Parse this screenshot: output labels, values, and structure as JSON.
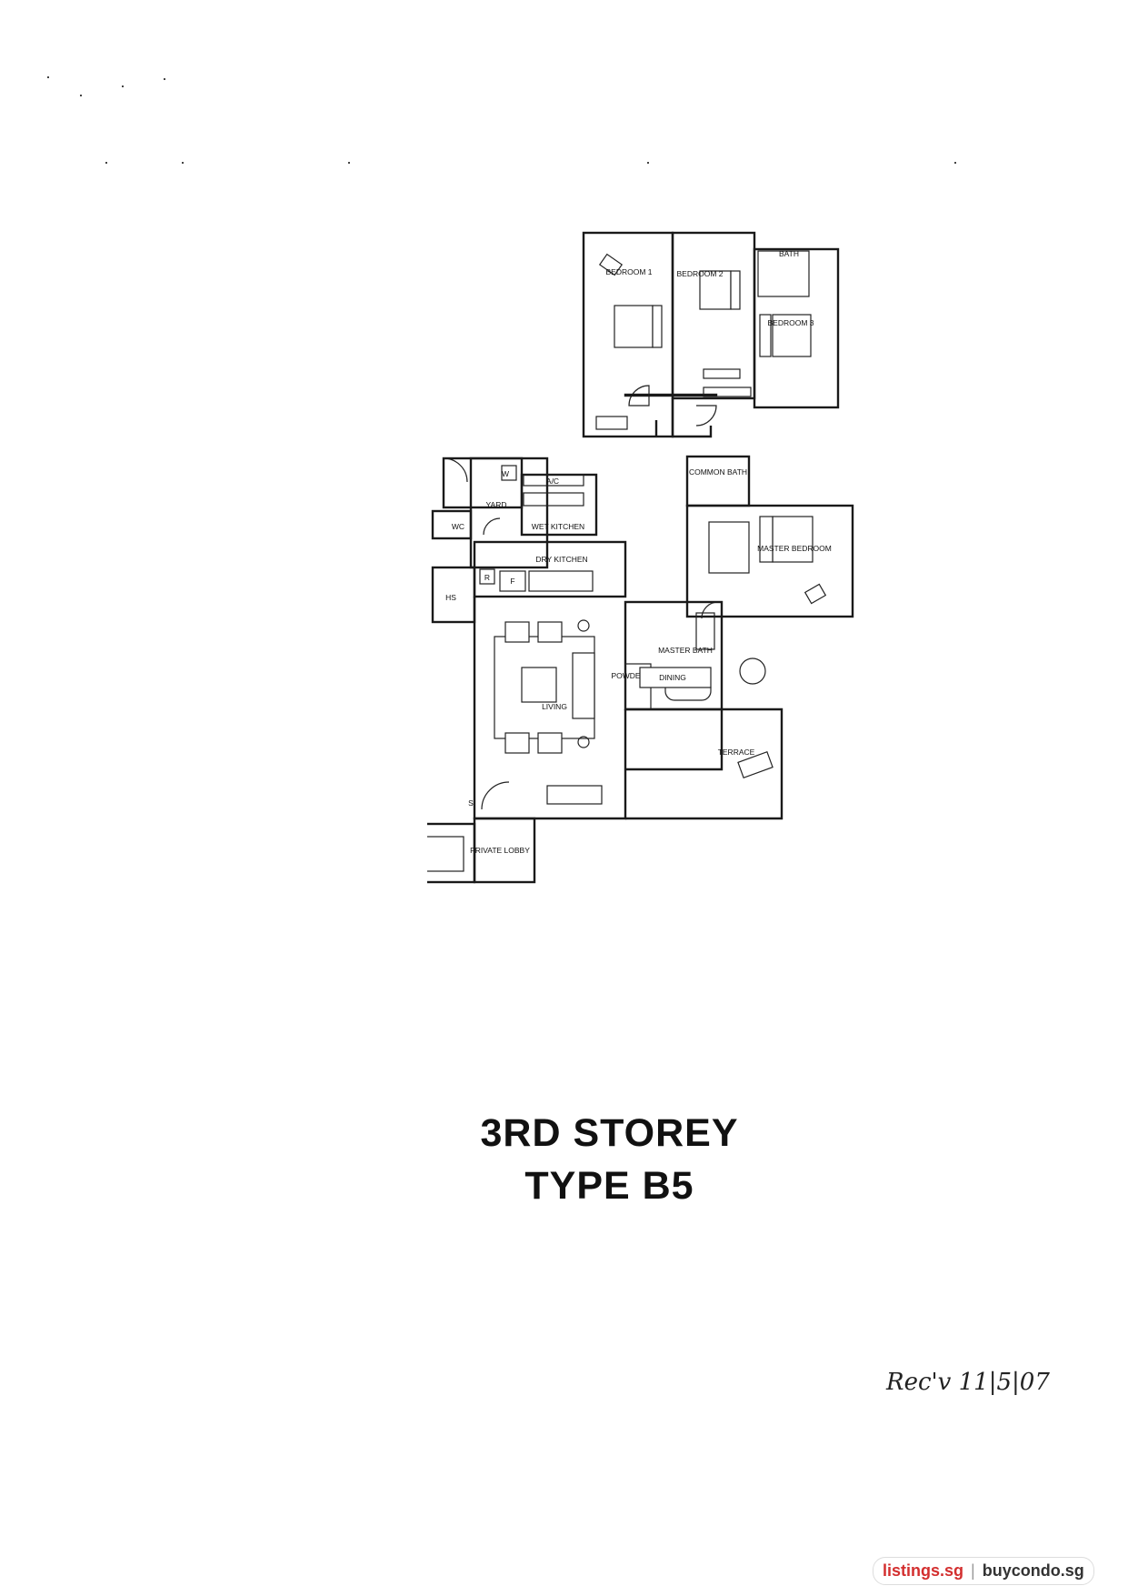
{
  "title": {
    "line1": "3RD  STOREY",
    "line2": "TYPE B5"
  },
  "handwritten_note": "Rec'v 11|5|07",
  "watermark": {
    "site_a": "listings.sg",
    "separator": "|",
    "site_b": "buycondo.sg"
  },
  "rooms": {
    "bedroom1": "BEDROOM 1",
    "bedroom2": "BEDROOM 2",
    "bedroom3": "BEDROOM 3",
    "bath": "BATH",
    "common_bath": "COMMON BATH",
    "master_bedroom": "MASTER BEDROOM",
    "wc": "WC",
    "w": "W",
    "ac": "A/C",
    "yard": "YARD",
    "wet_kitchen": "WET KITCHEN",
    "dry_kitchen": "DRY KITCHEN",
    "hs": "HS",
    "f": "F",
    "r": "R",
    "master_bath": "MASTER BATH",
    "powder_room": "POWDER ROOM",
    "living": "LIVING",
    "dining": "DINING",
    "terrace": "TERRACE",
    "s": "S",
    "private_lobby": "PRIVATE LOBBY"
  },
  "colors": {
    "watermark_red": "#d32f2f",
    "ink": "#1a1a1a"
  }
}
